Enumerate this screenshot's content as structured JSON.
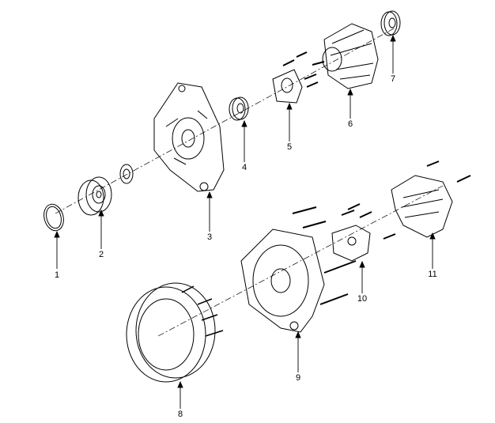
{
  "diagram": {
    "title": "Alternator exploded view",
    "callouts": [
      {
        "id": "1",
        "text": "1"
      },
      {
        "id": "2",
        "text": "2"
      },
      {
        "id": "3",
        "text": "3"
      },
      {
        "id": "4",
        "text": "4"
      },
      {
        "id": "5",
        "text": "5"
      },
      {
        "id": "6",
        "text": "6"
      },
      {
        "id": "7",
        "text": "7"
      },
      {
        "id": "8",
        "text": "8"
      },
      {
        "id": "9",
        "text": "9"
      },
      {
        "id": "10",
        "text": "10"
      },
      {
        "id": "11",
        "text": "11"
      }
    ]
  }
}
